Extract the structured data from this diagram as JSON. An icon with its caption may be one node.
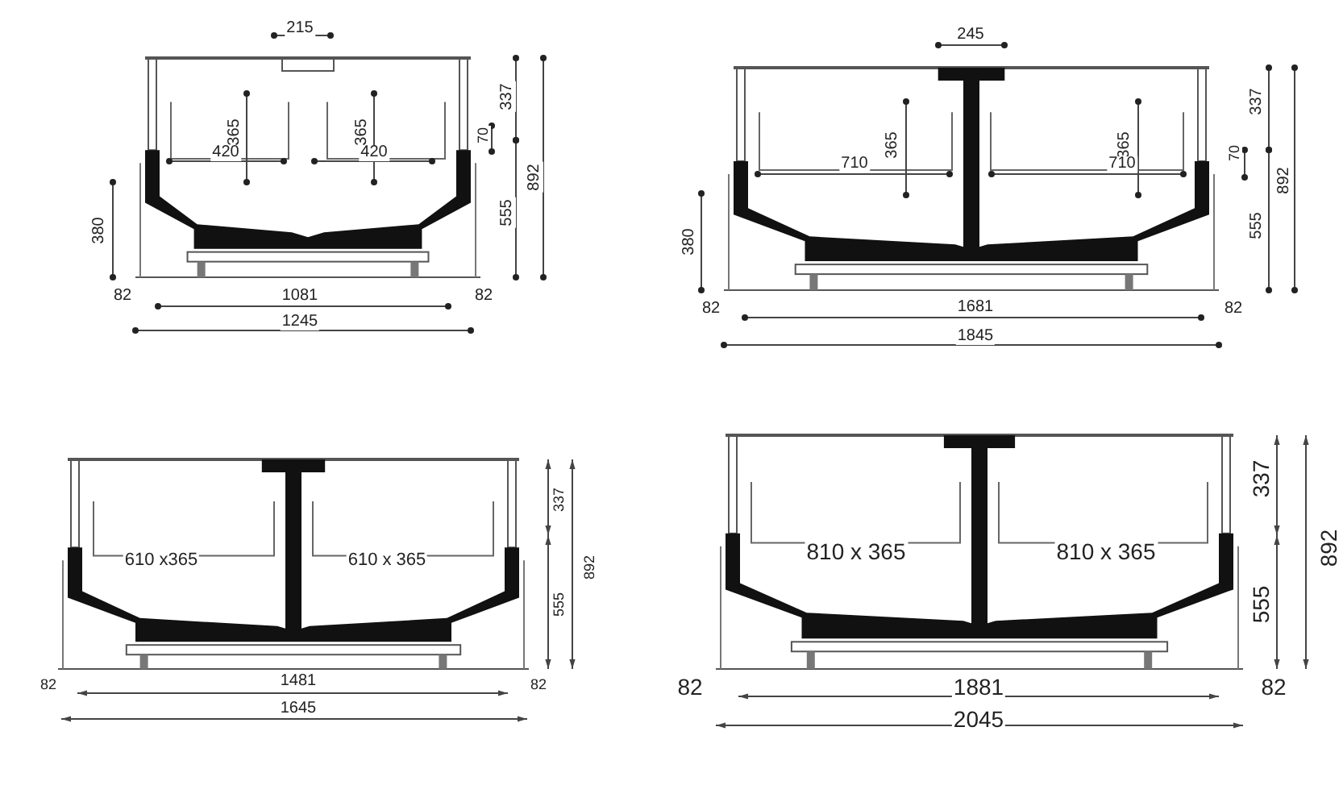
{
  "diagram": {
    "labels": [
      "215",
      "365",
      "420",
      "365",
      "420",
      "70",
      "337",
      "892",
      "555",
      "380",
      "82",
      "1081",
      "82",
      "1245",
      "245",
      "365",
      "710",
      "365",
      "710",
      "70",
      "337",
      "892",
      "555",
      "380",
      "82",
      "1681",
      "82",
      "1845",
      "337",
      "610 x365",
      "610 x 365",
      "892",
      "555",
      "82",
      "1481",
      "82",
      "1645",
      "337",
      "810 x 365",
      "810 x 365",
      "892",
      "555",
      "82",
      "1881",
      "82",
      "2045"
    ]
  }
}
